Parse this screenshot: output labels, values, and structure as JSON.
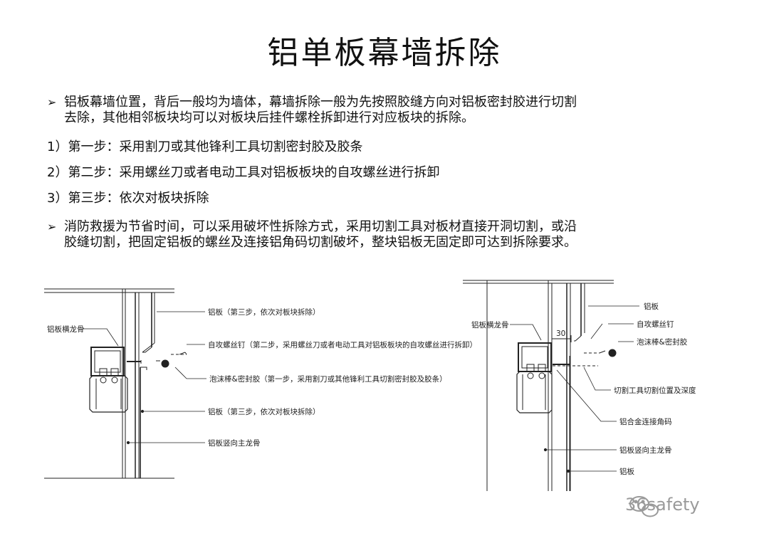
{
  "title": "铝单板幕墙拆除",
  "paragraphs": {
    "p1_line1": "铝板幕墙位置，背后一般均为墙体，幕墙拆除一般为先按照胶缝方向对铝板密封胶进行切割",
    "p1_line2": "去除，其他相邻板块均可以对板块后挂件螺栓拆卸进行对应板块的拆除。",
    "step1": "1）第一步：采用割刀或其他锋利工具切割密封胶及胶条",
    "step2": "2）第二步：采用螺丝刀或者电动工具对铝板板块的自攻螺丝进行拆卸",
    "step3": "3）第三步：依次对板块拆除",
    "p2_line1": "消防救援为节省时间，可以采用破坏性拆除方式，采用切割工具对板材直接开洞切割，或沿",
    "p2_line2": "胶缝切割，把固定铝板的螺丝及连接铝角码切割破坏，整块铝板无固定即可达到拆除要求。",
    "arrow_glyph": "➢"
  },
  "left_diagram": {
    "label_keel": "铝板横龙骨",
    "label_panel_top": "铝板（第三步，依次对板块拆除）",
    "label_screw": "自攻螺丝钉（第二步，采用螺丝刀或者电动工具对铝板板块的自攻螺丝进行拆卸）",
    "label_foam": "泡沫棒&密封胶（第一步，采用割刀或其他锋利工具切割密封胶及胶条）",
    "label_panel_bottom": "铝板（第三步，依次对板块拆除）",
    "label_vertical": "铝板竖向主龙骨"
  },
  "right_diagram": {
    "label_keel": "铝板横龙骨",
    "label_panel_top": "铝板",
    "label_screw": "自攻螺丝钉",
    "label_foam": "泡沫棒&密封胶",
    "label_cut": "切割工具切割位置及深度",
    "label_angle": "铝合金连接角码",
    "label_vertical": "铝板竖向主龙骨",
    "label_panel_bottom": "铝板",
    "dimension": "30"
  },
  "watermark": "36safety",
  "watermark_icon": "wechat-icon"
}
